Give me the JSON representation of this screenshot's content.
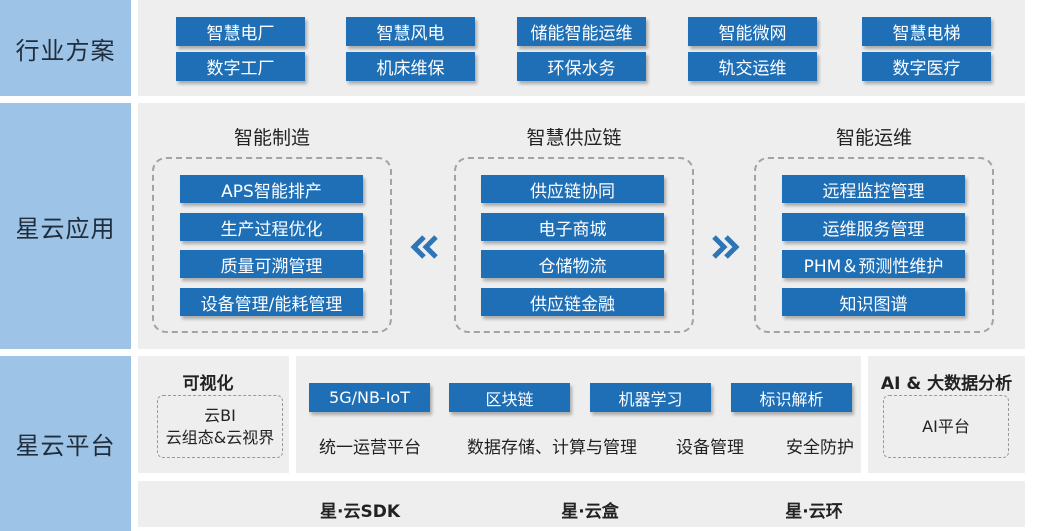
{
  "rows": {
    "industry": "行业方案",
    "apps": "星云应用",
    "platform": "星云平台"
  },
  "industry_solutions": [
    "智慧电厂",
    "智慧风电",
    "储能智能运维",
    "智能微网",
    "智慧电梯",
    "数字工厂",
    "机床维保",
    "环保水务",
    "轨交运维",
    "数字医疗"
  ],
  "apps": {
    "manufacturing": {
      "title": "智能制造",
      "items": [
        "APS智能排产",
        "生产过程优化",
        "质量可溯管理",
        "设备管理/能耗管理"
      ]
    },
    "supply_chain": {
      "title": "智慧供应链",
      "items": [
        "供应链协同",
        "电子商城",
        "仓储物流",
        "供应链金融"
      ]
    },
    "om": {
      "title": "智能运维",
      "items": [
        "远程监控管理",
        "运维服务管理",
        "PHM＆预测性维护",
        "知识图谱"
      ]
    }
  },
  "platform": {
    "visual": {
      "title": "可视化",
      "lines": [
        "云BI",
        "云组态&云视界"
      ]
    },
    "chips": [
      "5G/NB-IoT",
      "区块链",
      "机器学习",
      "标识解析"
    ],
    "services": [
      "统一运营平台",
      "数据存储、计算与管理",
      "设备管理",
      "安全防护"
    ],
    "ai": {
      "title": "AI & 大数据分析",
      "box": "AI平台"
    },
    "bottom": [
      "星·云SDK",
      "星·云盒",
      "星·云环"
    ]
  },
  "colors": {
    "side": "#9dc3e6",
    "panel": "#eeeeee",
    "button": "#1f6fb7",
    "chevron": "#2e75b6"
  },
  "icons": {
    "left_chevron": "double-chevron-left-icon",
    "right_chevron": "double-chevron-right-icon"
  }
}
